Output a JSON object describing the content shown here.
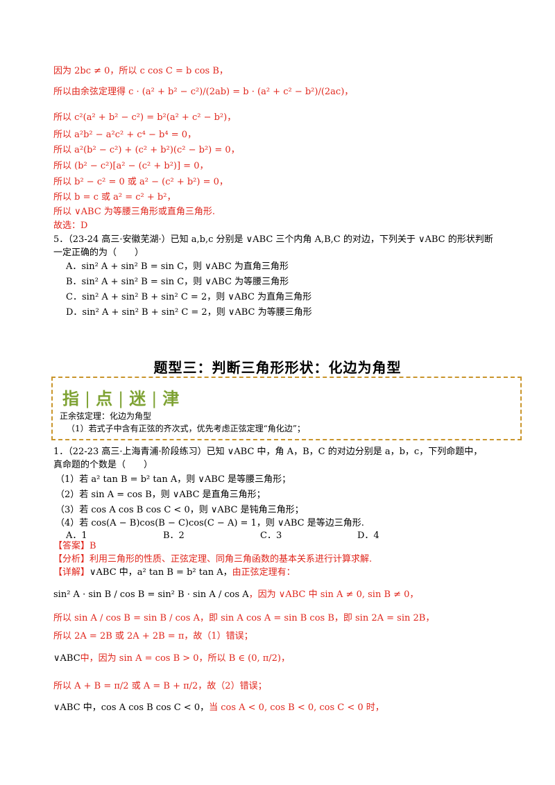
{
  "top_lines": [
    {
      "text": "因为 2bc ≠ 0，所以 c cos C = b cos B，",
      "color": "red"
    },
    {
      "text": "所以由余弦定理得 c · (a² + b² − c²)/(2ab) = b · (a² + c² − b²)/(2ac)，",
      "color": "red"
    },
    {
      "text": "所以 c²(a² + b² − c²) = b²(a² + c² − b²)，",
      "color": "red"
    },
    {
      "text": "所以 a²b² − a²c² + c⁴ − b⁴ = 0，",
      "color": "red"
    },
    {
      "text": "所以 a²(b² − c²) + (c² + b²)(c² − b²) = 0，",
      "color": "red"
    },
    {
      "text": "所以 (b² − c²)[a² − (c² + b²)] = 0，",
      "color": "red"
    },
    {
      "text": "所以 b² − c² = 0 或 a² − (c² + b²) = 0，",
      "color": "red"
    },
    {
      "text": "所以 b = c 或 a² = c² + b²，",
      "color": "red"
    },
    {
      "text": "所以 ∨ABC 为等腰三角形或直角三角形.",
      "color": "red"
    },
    {
      "text": "故选：D",
      "color": "red"
    }
  ],
  "q5": {
    "line1": "5．（23-24 高三·安徽芜湖·）已知 a,b,c 分别是 ∨ABC 三个内角 A,B,C 的对边，下列关于 ∨ABC 的形状判断",
    "line2": "一定正确的为（　　）",
    "options": [
      "A．sin² A + sin² B = sin C，则 ∨ABC 为直角三角形",
      "B．sin² A + sin² B = sin C，则 ∨ABC 为等腰三角形",
      "C．sin² A + sin² B + sin² C = 2，则 ∨ABC 为直角三角形",
      "D．sin² A + sin² B + sin² C = 2，则 ∨ABC 为等腰三角形"
    ]
  },
  "section_title": "题型三：判断三角形形状：化边为角型",
  "tip": {
    "header": [
      "指",
      "点",
      "迷",
      "津"
    ],
    "line1": "正余弦定理：化边为角型",
    "line2": "（1）若式子中含有正弦的齐次式，优先考虑正弦定理“角化边”；"
  },
  "q1": {
    "line1": "1．（22-23 高三·上海青浦·阶段练习）已知 ∨ABC 中，角 A，B，C 的对边分别是 a，b，c，下列命题中，",
    "line2": "真命题的个数是（　　）",
    "items": [
      "（1）若 a² tan B = b² tan A，则 ∨ABC 是等腰三角形；",
      "（2）若 sin A = cos B，则 ∨ABC 是直角三角形；",
      "（3）若 cos A cos B cos C < 0，则 ∨ABC 是钝角三角形；",
      "（4）若 cos(A − B)cos(B − C)cos(C − A) = 1，则 ∨ABC 是等边三角形."
    ],
    "choices": [
      "A．1",
      "B．2",
      "C．3",
      "D．4"
    ]
  },
  "answer": {
    "label": "【答案】",
    "value": "B"
  },
  "analysis": {
    "label": "【分析】",
    "text": "利用三角形的性质、正弦定理、同角三角函数的基本关系进行计算求解."
  },
  "detail": {
    "label": "【详解】",
    "line1_black": "∨ABC 中，a² tan B = b² tan A，",
    "line1_red": "由正弦定理有：",
    "line2_black": "sin² A · sin B / cos B = sin² B · sin A / cos A",
    "line2_red": "，因为 ∨ABC 中 sin A ≠ 0, sin B ≠ 0，",
    "line3": "所以 sin A / cos B = sin B / cos A，即 sin A cos A = sin B cos B，即 sin 2A = sin 2B，",
    "line4": "所以 2A = 2B 或 2A + 2B = π，故（1）错误；",
    "line5_black": "∨ABC",
    "line5_red": "中，因为 sin A = cos B > 0，所以 B ∈ (0, π/2)，",
    "line6": "所以 A + B = π/2 或 A = B + π/2，故（2）错误；",
    "line7_black": "∨ABC 中，cos A cos B cos C < 0，",
    "line7_red": "当 cos A < 0, cos B < 0, cos C < 0 时，"
  }
}
